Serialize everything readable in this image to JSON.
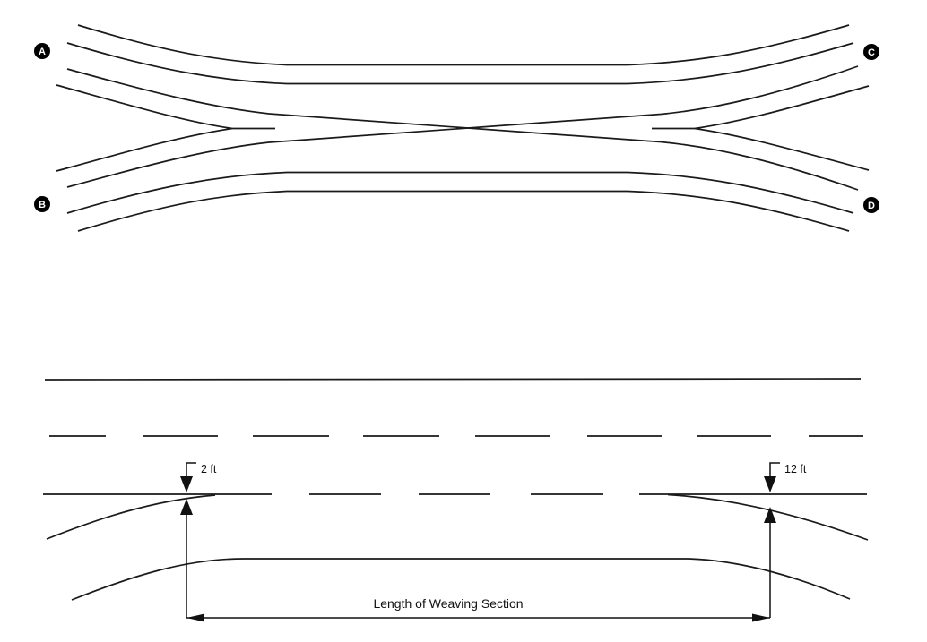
{
  "colors": {
    "line": "#1a1a1a",
    "background": "#ffffff",
    "node_fill": "#000000",
    "node_text": "#ffffff"
  },
  "weaving_plan": {
    "description": "weaving-section roadway plan with crossing movements",
    "approach_labels": {
      "a": "A",
      "b": "B",
      "c": "C",
      "d": "D"
    }
  },
  "marking_detail": {
    "description": "lane marking detail defining weaving length",
    "entry_offset_label": "2 ft",
    "exit_offset_label": "12 ft",
    "length_label": "Length of Weaving Section"
  }
}
